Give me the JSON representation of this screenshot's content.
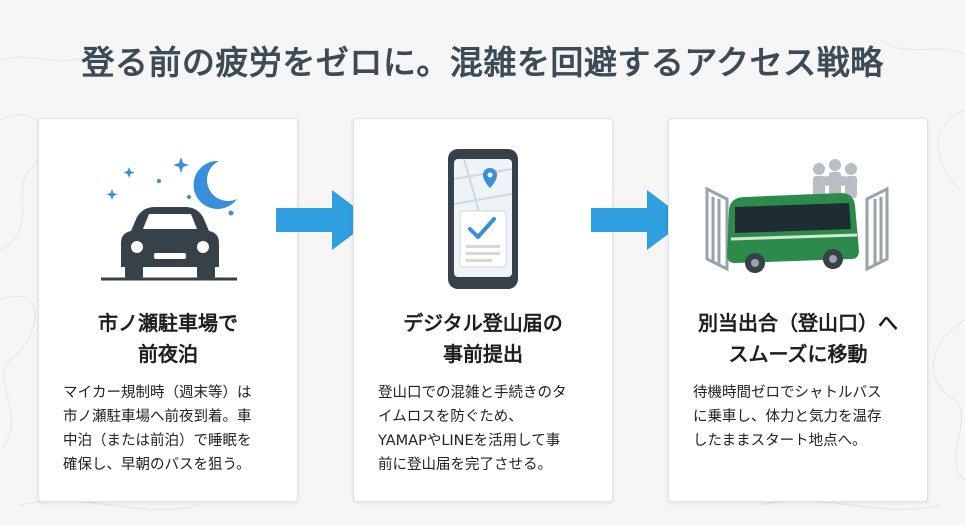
{
  "title": "登る前の疲労をゼロに。混雑を回避するアクセス戦略",
  "colors": {
    "accent": "#2f9fe0",
    "dark": "#3c4b55",
    "bus_green": "#2c8a4b"
  },
  "steps": [
    {
      "icon": "car-night-icon",
      "heading_line1": "市ノ瀬駐車場で",
      "heading_line2": "前夜泊",
      "body_line1": "マイカー規制時（週末等）は",
      "body_line2": "市ノ瀬駐車場へ前夜到着。車",
      "body_line3": "中泊（または前泊）で睡眠を",
      "body_line4": "確保し、早朝のバスを狙う。"
    },
    {
      "icon": "smartphone-checklist-icon",
      "heading_line1": "デジタル登山届の",
      "heading_line2": "事前提出",
      "body_line1": "登山口での混雑と手続きのタ",
      "body_line2": "イムロスを防ぐため、",
      "body_line3": "YAMAPやLINEを活用して事",
      "body_line4": "前に登山届を完了させる。"
    },
    {
      "icon": "shuttle-bus-icon",
      "heading_line1": "別当出合（登山口）へ",
      "heading_line2": "スムーズに移動",
      "body_line1": "待機時間ゼロでシャトルバス",
      "body_line2": "に乗車し、体力と気力を温存",
      "body_line3": "したままスタート地点へ。",
      "body_line4": ""
    }
  ]
}
